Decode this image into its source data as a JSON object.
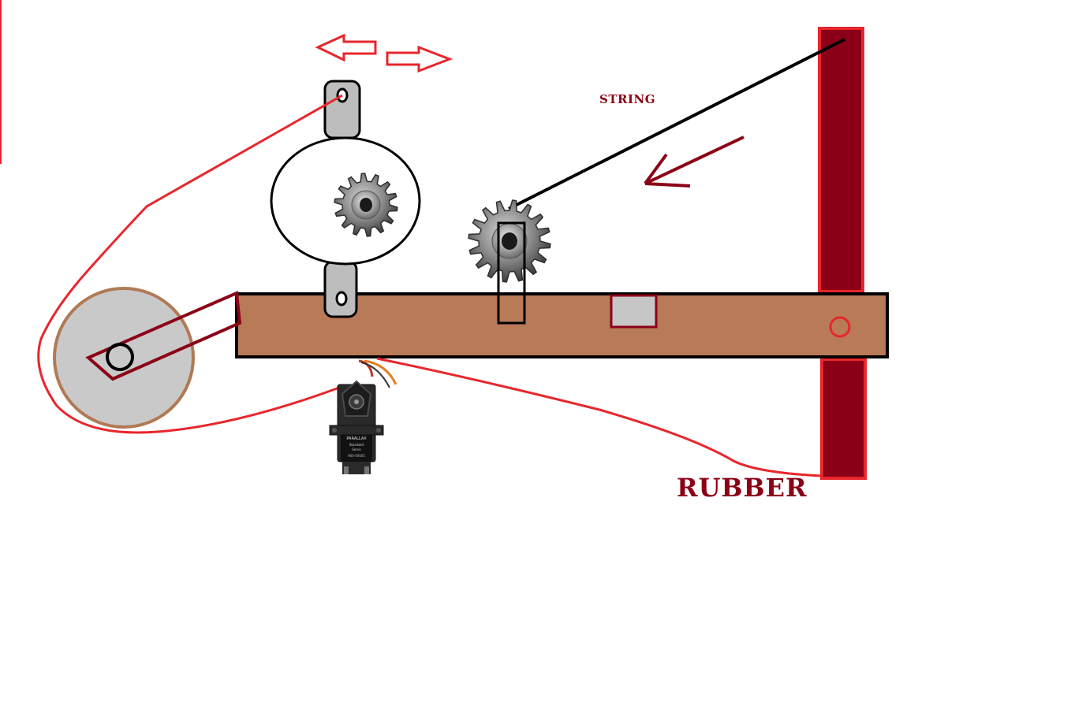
{
  "labels": {
    "string": "STRING",
    "rubber": "RUBBER"
  },
  "servo_text": {
    "brand": "PARALLAX",
    "line2": "Standard",
    "line3": "Servo",
    "part": "900-00005"
  },
  "colors": {
    "board": "#b87a57",
    "board_outline": "#000000",
    "post_fill": "#8b0016",
    "post_outline": "#e8262c",
    "label": "#8b0016",
    "rubber_line": "#e8262c",
    "arm_dark": "#8b0016",
    "wheel_fill": "#c9c9c9",
    "wheel_outline": "#b07a55",
    "mount_fill": "#bdbdbd",
    "slot_fill": "#c6c6c6",
    "string_line": "#000000"
  },
  "icons": {
    "gear_top": "gear-icon",
    "gear_right": "gear-icon",
    "servo": "servo-motor-icon",
    "arrow_left": "left-arrow-icon",
    "arrow_right": "right-arrow-icon",
    "arrow_string": "pull-arrow-icon"
  }
}
